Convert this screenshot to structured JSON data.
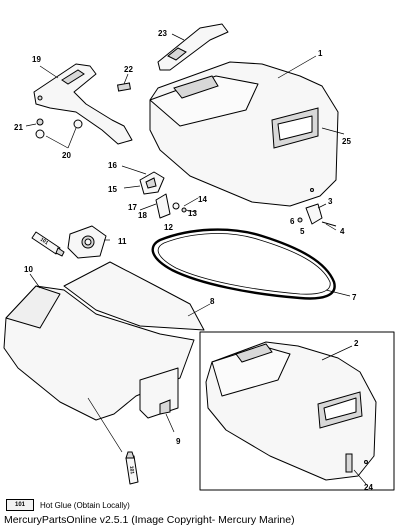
{
  "callouts": {
    "c1": "1",
    "c2": "2",
    "c3": "3",
    "c4": "4",
    "c5": "5",
    "c6": "6",
    "c7": "7",
    "c8": "8",
    "c9": "9",
    "c10": "10",
    "c11": "11",
    "c12": "12",
    "c13": "13",
    "c14": "14",
    "c15": "15",
    "c16": "16",
    "c17": "17",
    "c18": "18",
    "c19": "19",
    "c20": "20",
    "c21": "21",
    "c22": "22",
    "c23": "23",
    "c24": "24",
    "c25": "25"
  },
  "tube_label": "101",
  "legend": {
    "swatch": "101",
    "text": "Hot Glue (Obtain Locally)"
  },
  "caption": "MercuryPartsOnline v2.5.1 (Image Copyright- Mercury Marine)"
}
